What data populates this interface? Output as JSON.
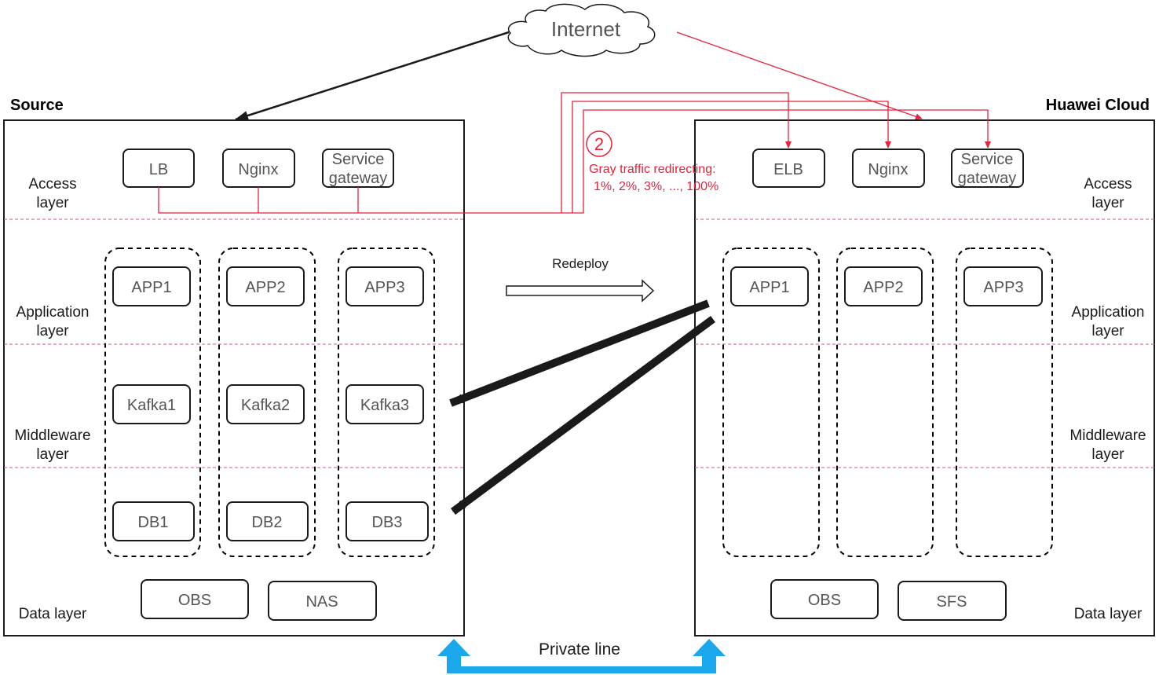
{
  "internet": {
    "label": "Internet"
  },
  "source": {
    "title": "Source",
    "layers": {
      "access": [
        "Access",
        "layer"
      ],
      "application": [
        "Application",
        "layer"
      ],
      "middleware": [
        "Middleware",
        "layer"
      ],
      "data": "Data layer"
    },
    "access": {
      "lb": "LB",
      "nginx": "Nginx",
      "gateway": [
        "Service",
        "gateway"
      ]
    },
    "apps": [
      "APP1",
      "APP2",
      "APP3"
    ],
    "kafka": [
      "Kafka1",
      "Kafka2",
      "Kafka3"
    ],
    "dbs": [
      "DB1",
      "DB2",
      "DB3"
    ],
    "storage": [
      "OBS",
      "NAS"
    ]
  },
  "cloud": {
    "title": "Huawei Cloud",
    "layers": {
      "access": [
        "Access",
        "layer"
      ],
      "application": [
        "Application",
        "layer"
      ],
      "middleware": [
        "Middleware",
        "layer"
      ],
      "data": "Data layer"
    },
    "access": {
      "elb": "ELB",
      "nginx": "Nginx",
      "gateway": [
        "Service",
        "gateway"
      ]
    },
    "apps": [
      "APP1",
      "APP2",
      "APP3"
    ],
    "storage": [
      "OBS",
      "SFS"
    ]
  },
  "gray": {
    "step": "2",
    "line1": "Gray traffic redirecting:",
    "line2": "1%, 2%, 3%, ..., 100%"
  },
  "redeploy": {
    "label": "Redeploy"
  },
  "private_line": {
    "label": "Private line"
  },
  "colors": {
    "red": "#e8223a",
    "blue": "#1aa7ec",
    "dark": "#1a1a1a"
  }
}
